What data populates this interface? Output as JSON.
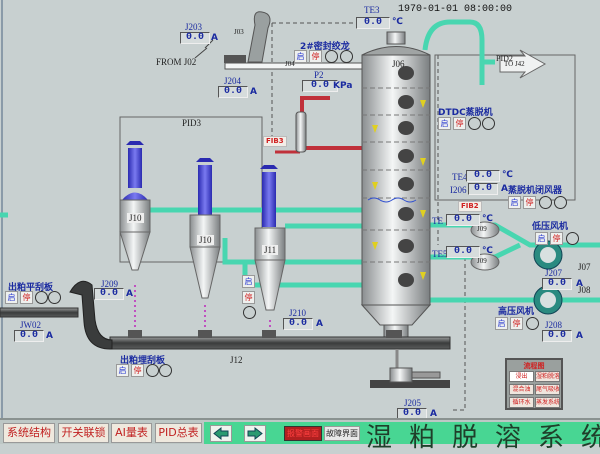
{
  "timestamp": "1970-01-01 08:00:00",
  "readouts": {
    "j203": {
      "label": "J203",
      "value": "0.0",
      "unit": "A"
    },
    "j204": {
      "label": "J204",
      "value": "0.0",
      "unit": "A"
    },
    "te3": {
      "label": "TE3",
      "value": "0.0",
      "unit": "℃"
    },
    "p2": {
      "label": "P2",
      "value": "0.0",
      "unit": "KPa"
    },
    "te4": {
      "label": "TE4",
      "value": "0.0",
      "unit": "℃"
    },
    "i206": {
      "label": "I206",
      "value": "0.0",
      "unit": "A"
    },
    "te_mid": {
      "label": "TE",
      "value": "0.0",
      "unit": "℃"
    },
    "te5": {
      "label": "TE5",
      "value": "0.0",
      "unit": "℃"
    },
    "j207": {
      "label": "J207",
      "value": "0.0",
      "unit": "A"
    },
    "j208": {
      "label": "J208",
      "value": "0.0",
      "unit": "A"
    },
    "j209": {
      "label": "J209",
      "value": "0.0",
      "unit": "A"
    },
    "jw02": {
      "label": "JW02",
      "value": "0.0",
      "unit": "A"
    },
    "j210": {
      "label": "J210",
      "value": "0.0",
      "unit": "A"
    },
    "j205": {
      "label": "J205",
      "value": "0.0",
      "unit": "A"
    }
  },
  "tags": {
    "from_j02": "FROM J02",
    "j03": "J03",
    "j04": "J04",
    "j05": "J06",
    "j10a": "J10",
    "j10b": "J10",
    "j11": "J11",
    "j12": "J12",
    "j09a": "J09",
    "j09b": "J09",
    "j07": "J07",
    "j08": "J08",
    "pid3": "PID3",
    "pid2": "PID2",
    "to_j42": "TO J42",
    "fib3": "FIB3",
    "fib2": "FIB2"
  },
  "motors": {
    "seal_conveyor": {
      "name": "2#密封绞龙",
      "start": "启",
      "stop": "停"
    },
    "dtdc": {
      "name": "DTDC蒸脱机",
      "start": "启",
      "stop": "停"
    },
    "airlock": {
      "name": "蒸脱机闭风器",
      "start": "启",
      "stop": "停"
    },
    "low_fan": {
      "name": "低压风机",
      "start": "启",
      "stop": "停"
    },
    "high_fan": {
      "name": "高压风机",
      "start": "启",
      "stop": "停"
    },
    "meal_flat_scraper": {
      "name": "出粕平刮板",
      "start": "启",
      "stop": "停"
    },
    "meal_buried_scraper": {
      "name": "出粕埋刮板",
      "start": "启",
      "stop": "停"
    },
    "cyclone_valve": {
      "start": "启",
      "stop": "停"
    }
  },
  "legend": {
    "title": "流程图",
    "items": [
      "浸出",
      "湿粕脱溶",
      "混合油",
      "尾气吸收",
      "循环水",
      "蒸发系统"
    ]
  },
  "nav": {
    "system_structure": "系统结构",
    "switch_interlock": "开关联锁",
    "ai_table": "AI量表",
    "pid_table": "PID总表",
    "alarm": "报警画面",
    "fault": "故障界面",
    "title": "湿粕脱溶系统"
  },
  "colors": {
    "steam_pipe": "#48d6b0",
    "hot_pipe": "#c0303a",
    "nav_bar": "#48d693"
  }
}
